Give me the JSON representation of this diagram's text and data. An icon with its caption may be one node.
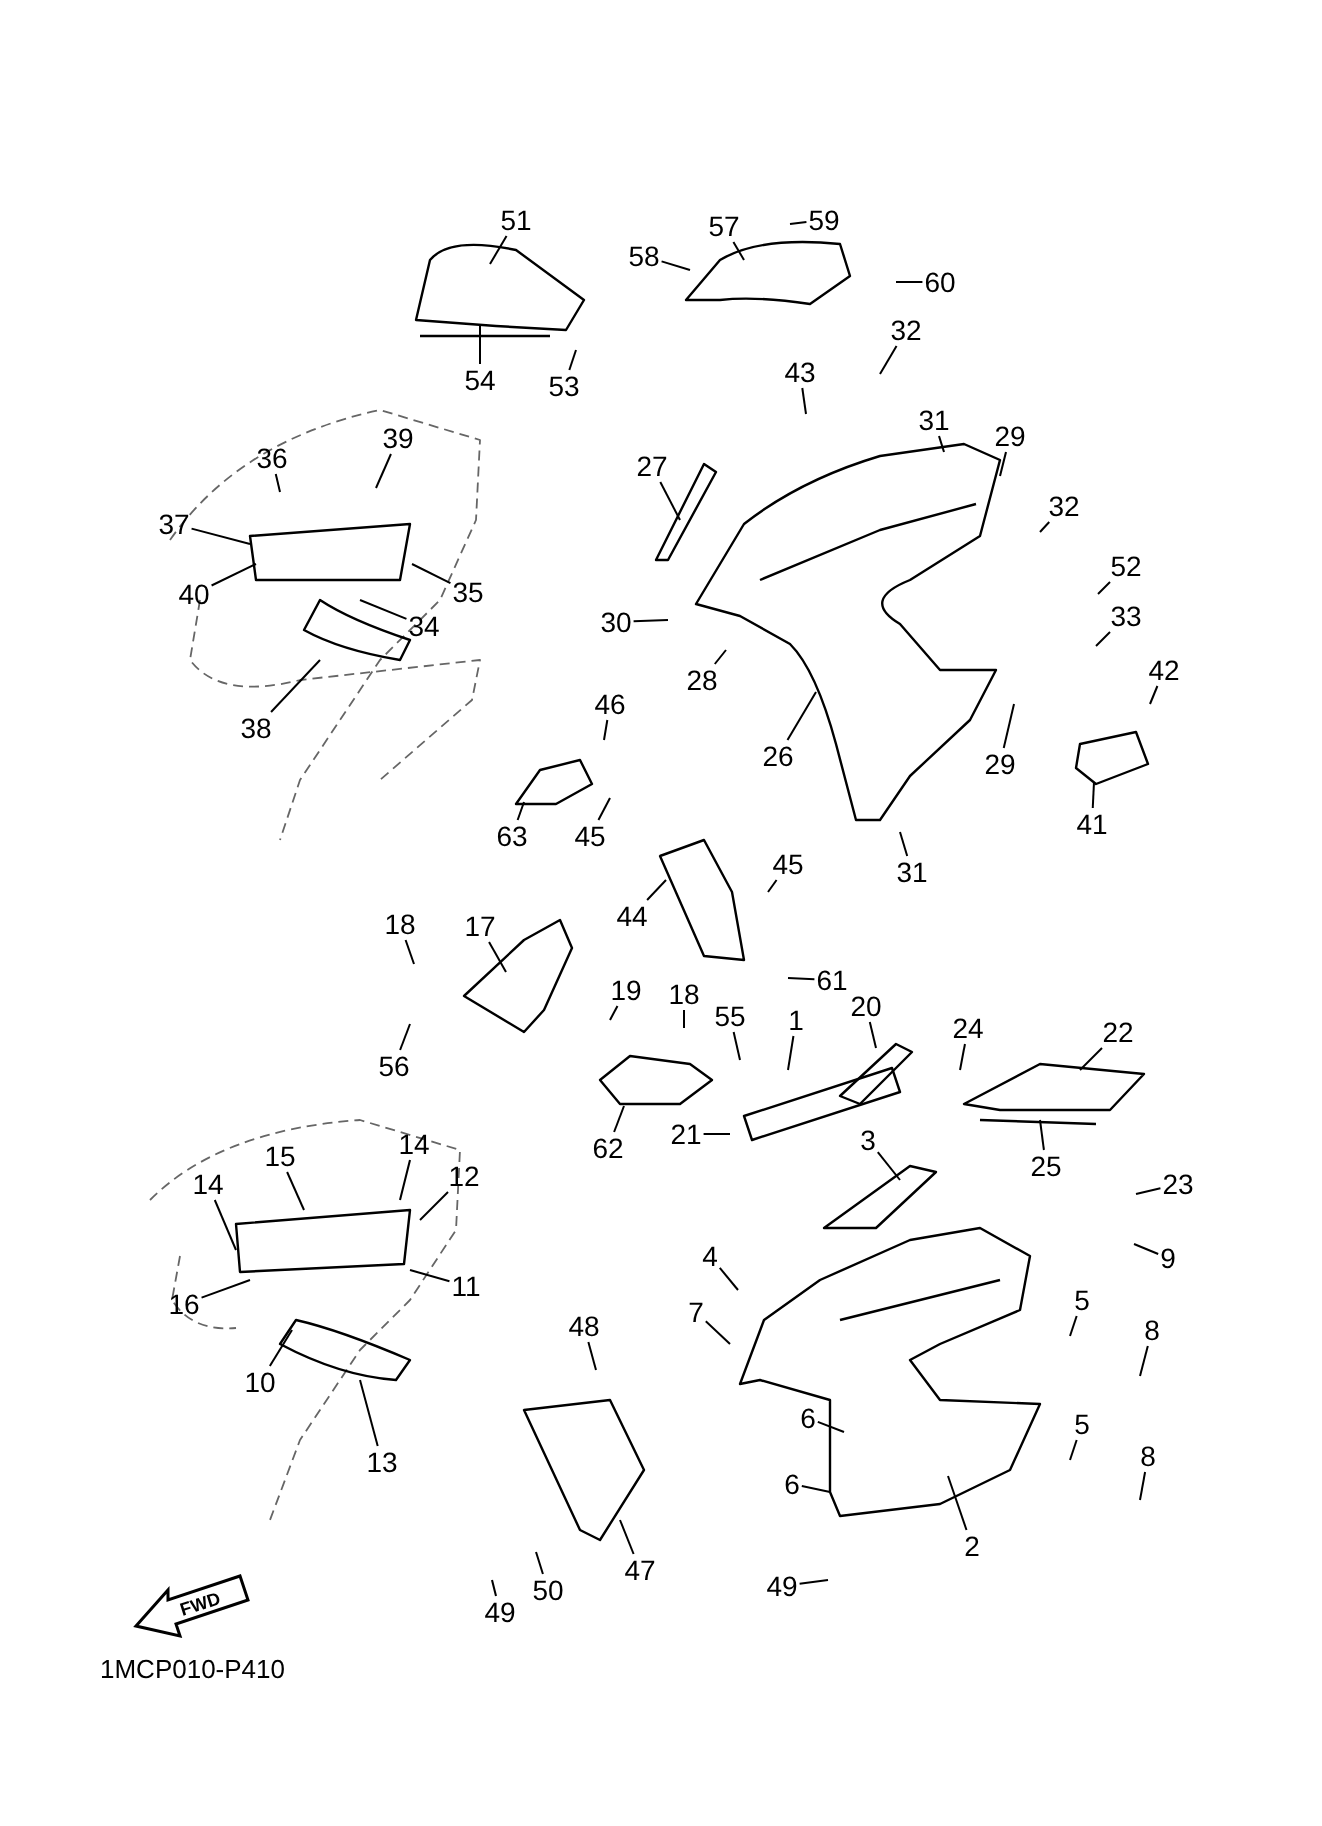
{
  "diagram": {
    "nodes": [
      {
        "text": [
          "51"
        ]
      },
      {
        "text": [
          "57"
        ]
      },
      {
        "text": [
          "59"
        ]
      },
      {
        "text": [
          "58"
        ]
      },
      {
        "text": [
          "60"
        ]
      },
      {
        "text": [
          "54"
        ]
      },
      {
        "text": [
          "53"
        ]
      },
      {
        "text": [
          "32"
        ]
      },
      {
        "text": [
          "43"
        ]
      },
      {
        "text": [
          "31"
        ]
      },
      {
        "text": [
          "29"
        ]
      },
      {
        "text": [
          "27"
        ]
      },
      {
        "text": [
          "36"
        ]
      },
      {
        "text": [
          "39"
        ]
      },
      {
        "text": [
          "37"
        ]
      },
      {
        "text": [
          "35"
        ]
      },
      {
        "text": [
          "40"
        ]
      },
      {
        "text": [
          "34"
        ]
      },
      {
        "text": [
          "38"
        ]
      },
      {
        "text": [
          "32"
        ]
      },
      {
        "text": [
          "52"
        ]
      },
      {
        "text": [
          "30"
        ]
      },
      {
        "text": [
          "33"
        ]
      },
      {
        "text": [
          "28"
        ]
      },
      {
        "text": [
          "42"
        ]
      },
      {
        "text": [
          "26"
        ]
      },
      {
        "text": [
          "29"
        ]
      },
      {
        "text": [
          "46"
        ]
      },
      {
        "text": [
          "41"
        ]
      },
      {
        "text": [
          "63"
        ]
      },
      {
        "text": [
          "45"
        ]
      },
      {
        "text": [
          "31"
        ]
      },
      {
        "text": [
          "45"
        ]
      },
      {
        "text": [
          "44"
        ]
      },
      {
        "text": [
          "61"
        ]
      },
      {
        "text": [
          "18"
        ]
      },
      {
        "text": [
          "17"
        ]
      },
      {
        "text": [
          "19"
        ]
      },
      {
        "text": [
          "18"
        ]
      },
      {
        "text": [
          "56"
        ]
      },
      {
        "text": [
          "55"
        ]
      },
      {
        "text": [
          "1"
        ]
      },
      {
        "text": [
          "20"
        ]
      },
      {
        "text": [
          "24"
        ]
      },
      {
        "text": [
          "22"
        ]
      },
      {
        "text": [
          "62"
        ]
      },
      {
        "text": [
          "21"
        ]
      },
      {
        "text": [
          "25"
        ]
      },
      {
        "text": [
          "3"
        ]
      },
      {
        "text": [
          "23"
        ]
      },
      {
        "text": [
          "14"
        ]
      },
      {
        "text": [
          "15"
        ]
      },
      {
        "text": [
          "14"
        ]
      },
      {
        "text": [
          "12"
        ]
      },
      {
        "text": [
          "11"
        ]
      },
      {
        "text": [
          "16"
        ]
      },
      {
        "text": [
          "10"
        ]
      },
      {
        "text": [
          "13"
        ]
      },
      {
        "text": [
          "9"
        ]
      },
      {
        "text": [
          "4"
        ]
      },
      {
        "text": [
          "48"
        ]
      },
      {
        "text": [
          "7"
        ]
      },
      {
        "text": [
          "5"
        ]
      },
      {
        "text": [
          "8"
        ]
      },
      {
        "text": [
          "6"
        ]
      },
      {
        "text": [
          "5"
        ]
      },
      {
        "text": [
          "8"
        ]
      },
      {
        "text": [
          "6"
        ]
      },
      {
        "text": [
          "2"
        ]
      },
      {
        "text": [
          "49"
        ]
      },
      {
        "text": [
          "49"
        ]
      },
      {
        "text": [
          "50"
        ]
      },
      {
        "text": [
          "47"
        ]
      }
    ],
    "edges": [
      {
        "from": 0,
        "to": null,
        "arrow": "none"
      },
      {
        "from": 1,
        "to": null,
        "arrow": "none"
      },
      {
        "from": 2,
        "to": null,
        "arrow": "none"
      },
      {
        "from": 3,
        "to": null,
        "arrow": "none"
      },
      {
        "from": 4,
        "to": null,
        "arrow": "none"
      },
      {
        "from": 5,
        "to": null,
        "arrow": "none"
      },
      {
        "from": 6,
        "to": null,
        "arrow": "none"
      },
      {
        "from": 7,
        "to": null,
        "arrow": "none"
      },
      {
        "from": 8,
        "to": null,
        "arrow": "none"
      },
      {
        "from": 9,
        "to": null,
        "arrow": "none"
      },
      {
        "from": 10,
        "to": null,
        "arrow": "none"
      },
      {
        "from": 11,
        "to": null,
        "arrow": "none"
      },
      {
        "from": 12,
        "to": null,
        "arrow": "none"
      },
      {
        "from": 13,
        "to": null,
        "arrow": "none"
      },
      {
        "from": 14,
        "to": null,
        "arrow": "none"
      },
      {
        "from": 15,
        "to": null,
        "arrow": "none"
      },
      {
        "from": 16,
        "to": null,
        "arrow": "none"
      },
      {
        "from": 17,
        "to": null,
        "arrow": "none"
      },
      {
        "from": 18,
        "to": null,
        "arrow": "none"
      },
      {
        "from": 19,
        "to": null,
        "arrow": "none"
      },
      {
        "from": 20,
        "to": null,
        "arrow": "none"
      },
      {
        "from": 21,
        "to": null,
        "arrow": "none"
      },
      {
        "from": 22,
        "to": null,
        "arrow": "none"
      },
      {
        "from": 23,
        "to": null,
        "arrow": "none"
      },
      {
        "from": 24,
        "to": null,
        "arrow": "none"
      },
      {
        "from": 25,
        "to": null,
        "arrow": "none"
      },
      {
        "from": 26,
        "to": null,
        "arrow": "none"
      },
      {
        "from": 27,
        "to": null,
        "arrow": "none"
      },
      {
        "from": 28,
        "to": null,
        "arrow": "none"
      },
      {
        "from": 29,
        "to": null,
        "arrow": "none"
      },
      {
        "from": 30,
        "to": null,
        "arrow": "none"
      },
      {
        "from": 31,
        "to": null,
        "arrow": "none"
      },
      {
        "from": 32,
        "to": null,
        "arrow": "none"
      },
      {
        "from": 33,
        "to": null,
        "arrow": "none"
      },
      {
        "from": 34,
        "to": null,
        "arrow": "none"
      },
      {
        "from": 35,
        "to": null,
        "arrow": "none"
      },
      {
        "from": 36,
        "to": null,
        "arrow": "none"
      },
      {
        "from": 37,
        "to": null,
        "arrow": "none"
      },
      {
        "from": 38,
        "to": null,
        "arrow": "none"
      },
      {
        "from": 39,
        "to": null,
        "arrow": "none"
      },
      {
        "from": 40,
        "to": null,
        "arrow": "none"
      },
      {
        "from": 41,
        "to": null,
        "arrow": "none"
      },
      {
        "from": 42,
        "to": null,
        "arrow": "none"
      },
      {
        "from": 43,
        "to": null,
        "arrow": "none"
      },
      {
        "from": 44,
        "to": null,
        "arrow": "none"
      },
      {
        "from": 45,
        "to": null,
        "arrow": "none"
      },
      {
        "from": 46,
        "to": null,
        "arrow": "none"
      },
      {
        "from": 47,
        "to": null,
        "arrow": "none"
      },
      {
        "from": 48,
        "to": null,
        "arrow": "none"
      },
      {
        "from": 49,
        "to": null,
        "arrow": "none"
      },
      {
        "from": 50,
        "to": null,
        "arrow": "none"
      },
      {
        "from": 51,
        "to": null,
        "arrow": "none"
      },
      {
        "from": 52,
        "to": null,
        "arrow": "none"
      },
      {
        "from": 53,
        "to": null,
        "arrow": "none"
      },
      {
        "from": 54,
        "to": null,
        "arrow": "none"
      },
      {
        "from": 55,
        "to": null,
        "arrow": "none"
      },
      {
        "from": 56,
        "to": null,
        "arrow": "none"
      },
      {
        "from": 57,
        "to": null,
        "arrow": "none"
      },
      {
        "from": 58,
        "to": null,
        "arrow": "none"
      },
      {
        "from": 59,
        "to": null,
        "arrow": "none"
      },
      {
        "from": 60,
        "to": null,
        "arrow": "none"
      },
      {
        "from": 61,
        "to": null,
        "arrow": "none"
      },
      {
        "from": 62,
        "to": null,
        "arrow": "none"
      },
      {
        "from": 63,
        "to": null,
        "arrow": "none"
      },
      {
        "from": 64,
        "to": null,
        "arrow": "none"
      },
      {
        "from": 65,
        "to": null,
        "arrow": "none"
      },
      {
        "from": 66,
        "to": null,
        "arrow": "none"
      },
      {
        "from": 67,
        "to": null,
        "arrow": "none"
      },
      {
        "from": 68,
        "to": null,
        "arrow": "none"
      },
      {
        "from": 69,
        "to": null,
        "arrow": "none"
      },
      {
        "from": 70,
        "to": null,
        "arrow": "none"
      },
      {
        "from": 71,
        "to": null,
        "arrow": "none"
      },
      {
        "from": 72,
        "to": null,
        "arrow": "none"
      }
    ],
    "labels": [
      "FWD",
      "1MCP010-P410"
    ]
  }
}
